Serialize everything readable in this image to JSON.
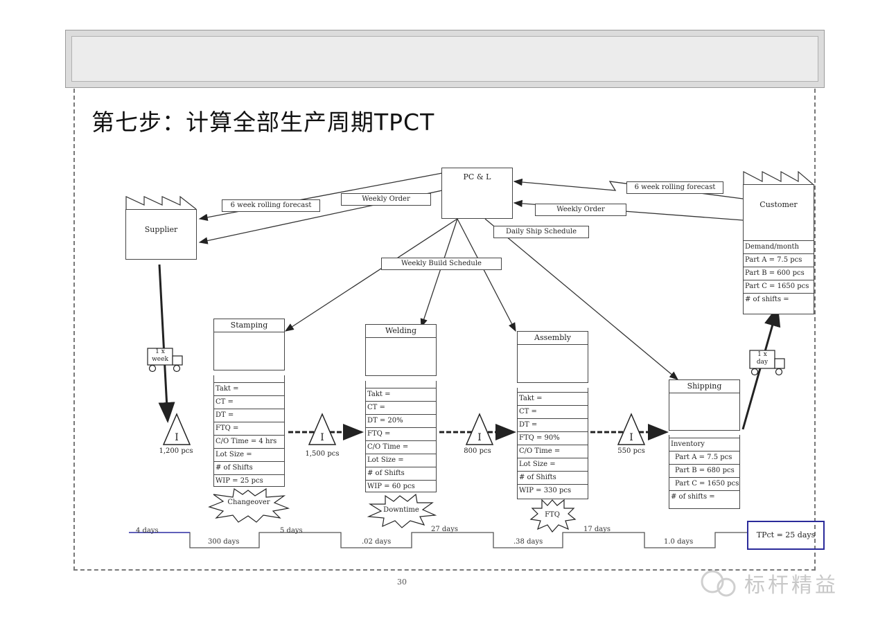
{
  "title": "第七步：计算全部生产周期TPCT",
  "pcl": "PC & L",
  "supplier": "Supplier",
  "customer": "Customer",
  "messages": {
    "forecast_left": "6 week rolling forecast",
    "weekly_order_left": "Weekly Order",
    "forecast_right": "6 week rolling forecast",
    "weekly_order_right": "Weekly Order",
    "daily_ship": "Daily Ship Schedule",
    "weekly_build": "Weekly Build Schedule"
  },
  "truck_left": {
    "line1": "1 x",
    "line2": "week"
  },
  "truck_right": {
    "line1": "1 x",
    "line2": "day"
  },
  "customer_data": [
    "Demand/month",
    "Part A = 7.5 pcs",
    "Part B = 600 pcs",
    "Part C = 1650 pcs",
    "# of shifts ="
  ],
  "processes": [
    {
      "name": "Stamping",
      "rows": [
        "Takt =",
        "CT =",
        "DT =",
        "FTQ =",
        "C/O Time = 4 hrs",
        "Lot Size =",
        "# of Shifts",
        "WIP = 25 pcs"
      ],
      "burst": "Changeover"
    },
    {
      "name": "Welding",
      "rows": [
        "Takt =",
        "CT =",
        "DT = 20%",
        "FTQ =",
        "C/O Time =",
        "Lot Size =",
        "# of Shifts",
        "WIP = 60 pcs"
      ],
      "burst": "Downtime"
    },
    {
      "name": "Assembly",
      "rows": [
        "Takt =",
        "CT =",
        "DT =",
        "FTQ = 90%",
        "C/O Time =",
        "Lot Size =",
        "# of Shifts",
        "WIP = 330 pcs"
      ],
      "burst": "FTQ"
    },
    {
      "name": "Shipping",
      "rows": [
        "Inventory",
        "Part A = 7.5 pcs",
        "Part B = 680 pcs",
        "Part C = 1650 pcs",
        "# of shifts ="
      ]
    }
  ],
  "inventory": [
    "1,200 pcs",
    "1,500 pcs",
    "800 pcs",
    "550 pcs"
  ],
  "inventory_symbol": "I",
  "timeline_top": [
    "4 days",
    "5 days",
    "27 days",
    "17 days"
  ],
  "timeline_bottom": [
    "300 days",
    ".02 days",
    ".38 days",
    "1.0 days"
  ],
  "tpct": "TPct = 25 days",
  "page_number": "30",
  "watermark": "标杆精益"
}
